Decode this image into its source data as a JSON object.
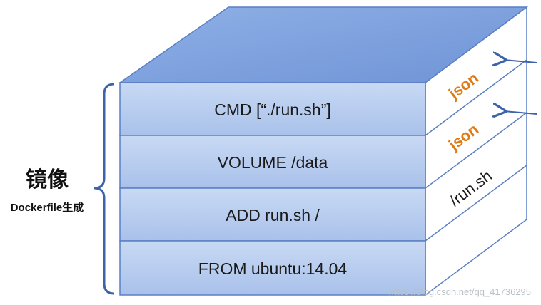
{
  "left_annotation": {
    "title": "镜像",
    "subtitle": "Dockerfile生成"
  },
  "layers": [
    {
      "label": "CMD [“./run.sh”]"
    },
    {
      "label": "VOLUME /data"
    },
    {
      "label": "ADD run.sh /"
    },
    {
      "label": "FROM ubuntu:14.04"
    }
  ],
  "side_labels": [
    {
      "text": "json"
    },
    {
      "text": "json"
    },
    {
      "text": "/run.sh"
    }
  ],
  "watermark": "https://blog.csdn.net/qq_41736295",
  "colors": {
    "layer_fill": "#b8cdef",
    "top_fill": "#7da0df",
    "side_fill": "#ffffff",
    "outline": "#5a7fc4",
    "accent_text": "#e07b14",
    "bracket": "#3d63a8",
    "arrow": "#3d63a8"
  }
}
